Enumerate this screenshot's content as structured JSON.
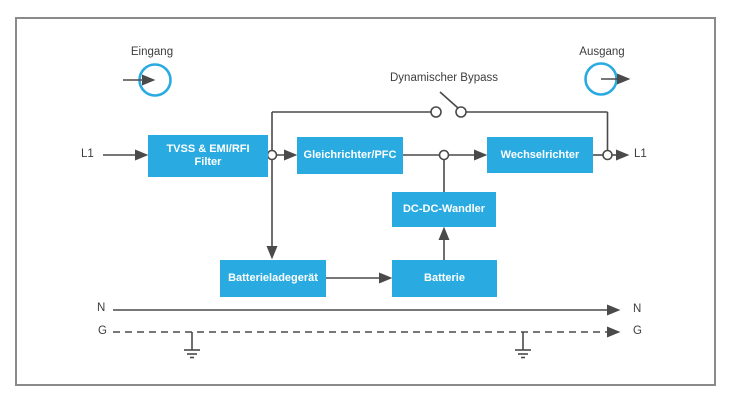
{
  "diagram": {
    "labels": {
      "eingang": "Eingang",
      "ausgang": "Ausgang",
      "bypass": "Dynamischer Bypass",
      "l1_in": "L1",
      "l1_out": "L1",
      "n_left": "N",
      "n_right": "N",
      "g_left": "G",
      "g_right": "G"
    },
    "boxes": {
      "filter": "TVSS & EMI/RFI Filter",
      "rectifier": "Gleichrichter/PFC",
      "inverter": "Wechselrichter",
      "dcdc": "DC-DC-Wandler",
      "charger": "Batterieladegerät",
      "battery": "Batterie"
    },
    "colors": {
      "box_fill": "#29ABE2",
      "box_text": "#FFFFFF",
      "wire": "#4A4A4A",
      "label_text": "#3D3D3D",
      "terminal_circle": "#29ABE2",
      "frame_border": "#8A8A8A"
    }
  }
}
